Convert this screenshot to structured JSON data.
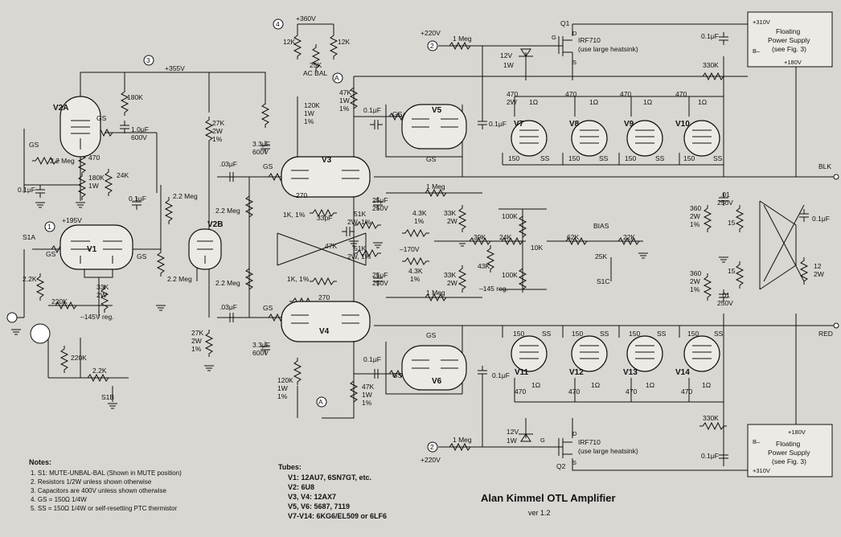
{
  "schematic": {
    "title": "Alan Kimmel OTL Amplifier",
    "version": "ver 1.2",
    "notes": {
      "heading": "Notes:",
      "items": [
        "1.  S1: MUTE-UNBAL-BAL (Shown in MUTE position)",
        "2.  Resistors 1/2W unless shown otherwise",
        "3.  Capacitors are 400V unless shown otherwise",
        "4.  GS = 150Ω 1/4W",
        "5.  SS = 150Ω 1/4W or self-resetting PTC thermistor"
      ]
    },
    "tubes": {
      "heading": "Tubes:",
      "items": [
        "V1:  12AU7, 6SN7GT, etc.",
        "V2:  6U8",
        "V3, V4:  12AX7",
        "V5, V6:  5687, 7119",
        "V7-V14:  6KG6/EL509 or 6LF6"
      ]
    },
    "supplies": {
      "top": {
        "title": "Floating",
        "line2": "Power Supply",
        "line3": "(see Fig. 3)",
        "plus": "+310V",
        "minus": "B–",
        "rail": "+180V"
      },
      "bottom": {
        "title": "Floating",
        "line2": "Power Supply",
        "line3": "(see Fig. 3)",
        "plus": "+180V",
        "minus": "B–",
        "rail": "+310V"
      }
    },
    "terminals": {
      "blk": "BLK",
      "red": "RED"
    },
    "nodes": {
      "n1": "1",
      "n2": "2",
      "n3": "3",
      "n4": "4",
      "a": "A"
    },
    "rails": {
      "p360": "+360V",
      "p355": "+355V",
      "p195": "+195V",
      "p220": "+220V",
      "p220b": "+220V",
      "m145": "–145V reg.",
      "m145b": "–145 reg.",
      "m170": "–170V",
      "bias": "BIAS"
    },
    "tube_labels": {
      "v1": "V1",
      "v2a": "V2A",
      "v2b": "V2B",
      "v3": "V3",
      "v4": "V4",
      "v5": "V5",
      "v6": "V6",
      "v7": "V7",
      "v8": "V8",
      "v9": "V9",
      "v10": "V10",
      "v11": "V11",
      "v12": "V12",
      "v13": "V13",
      "v14": "V14"
    },
    "switch_labels": {
      "s1a": "S1A",
      "s1b": "S1B",
      "s1c": "S1C"
    },
    "mosfets": {
      "q1": {
        "name": "Q1",
        "part": "IRF710",
        "note": "(use large heatsink)",
        "g": "G",
        "d": "D",
        "s": "S"
      },
      "q2": {
        "name": "Q2",
        "part": "IRF710",
        "note": "(use large heatsink)",
        "g": "G",
        "d": "D",
        "s": "S"
      }
    },
    "zeners": {
      "z1a": "12V",
      "z1b": "1W",
      "z2a": "12V",
      "z2b": "1W"
    },
    "components": {
      "r_1meg_top": "1 Meg",
      "r_1meg_bot": "1 Meg",
      "r_12k_a": "12K",
      "r_12k_b": "12K",
      "pot_25k_a": "25K",
      "pot_25k_b": "AC BAL",
      "r_180k": "180K",
      "r_180k_1w_a": "180K",
      "r_180k_1w_b": "1W",
      "c_1uf_a": "1.0μF",
      "c_1uf_b": "600V",
      "r_gs_v2a": "GS",
      "r_gs_in": "GS",
      "r_22meg_a": "2.2 Meg",
      "r_470": "470",
      "r_24k": "24K",
      "c_01_in": "0.1μF",
      "c_01_mid": "0.1μF",
      "r_22meg_mid": "2.2 Meg",
      "r_22meg_v2b": "2.2 Meg",
      "r_27k_a": "27K",
      "r_27k_b": "2W",
      "r_27k_c": "1%",
      "c_03_a": ".03μF",
      "c_03_b": ".03μF",
      "r_22meg_v3": "2.2 Meg",
      "r_22meg_v4": "2.2 Meg",
      "c_33_a": "3.3μF",
      "c_33_b": "600V",
      "c_33_c": "3.3μF",
      "c_33_d": "600V",
      "r_120k_a": "120K",
      "r_120k_b": "1W",
      "r_120k_c": "1%",
      "r_120k_d": "120K",
      "r_120k_e": "1W",
      "r_120k_f": "1%",
      "r_27k_d": "27K",
      "r_27k_e": "2W",
      "r_27k_f": "1%",
      "r_gs_v3": "GS",
      "r_gs_v4": "GS",
      "r_270a": "270",
      "r_270b": "270",
      "r_1k_a": "1K, 1%",
      "r_1k_b": "1K, 1%",
      "c_33pf": "33pF",
      "r_47k": "47K",
      "r_51k_a": "51K",
      "r_51k_b": "2W, 1%",
      "r_51k_c": "51K",
      "r_51k_d": "2W, 1%",
      "c_25_a": "25μF",
      "c_25_b": "250V",
      "c_25_c": "25μF",
      "c_25_d": "250V",
      "r_43k_a": "4.3K",
      "r_43k_b": "1%",
      "r_43k_c": "4.3K",
      "r_43k_d": "1%",
      "r_47k_v5a": "47K",
      "r_47k_v5b": "1W",
      "r_47k_v5c": "1%",
      "r_47k_v6a": "47K",
      "r_47k_v6b": "1W",
      "r_47k_v6c": "1%",
      "c_01_v5": "0.1μF",
      "c_01_v6": "0.1μF",
      "r_gs_v5": "GS",
      "r_gs_v5b": "GS",
      "r_gs_v6": "GS",
      "r_gs_v6b": "GS",
      "r_1meg_v5": "1 Meg",
      "r_1meg_v6": "1 Meg",
      "r_33k_a": "33K",
      "r_33k_b": "2W",
      "r_33k_c": "33K",
      "r_33k_d": "2W",
      "r_100k_a": "100K",
      "r_100k_b": "100K",
      "r_39k": "39K",
      "r_24k_b": "24K",
      "r_43k": "43K",
      "pot_10k": "10K",
      "r_62k": "62K",
      "pot_25k": "25K",
      "r_22k": "22K",
      "c_01_q1": "0.1μF",
      "c_01_q2": "0.1μF",
      "r_330k_a": "330K",
      "r_330k_b": "330K",
      "c_01_ps_a": "0.1μF",
      "c_01_ps_b": "0.1μF",
      "r_470_2w": "470",
      "r_2w": "2W",
      "r_1ohm": "1Ω",
      "r_150": "150",
      "r_ss": "SS",
      "c_01_250a": ".01",
      "c_01_250b": "250V",
      "c_01_250c": ".01",
      "c_01_250d": "250V",
      "r_360a": "360",
      "r_360b": "2W",
      "r_360c": "1%",
      "r_360d": "360",
      "r_360e": "2W",
      "r_360f": "1%",
      "r_15a": "15",
      "r_15b": "15",
      "c_01_out": "0.1μF",
      "r_12": "12",
      "r_12b": "2W",
      "r_33k_out1": "33K",
      "r_22k_out": "2.2K",
      "r_220k_a": "220K",
      "r_220k_b": "220K",
      "r_2k2": "2.2K",
      "r_33k_v1a": "33K",
      "r_33k_v1b": "2W",
      "r_gs_v1": "GS",
      "r_gs_v1b": "GS"
    }
  }
}
